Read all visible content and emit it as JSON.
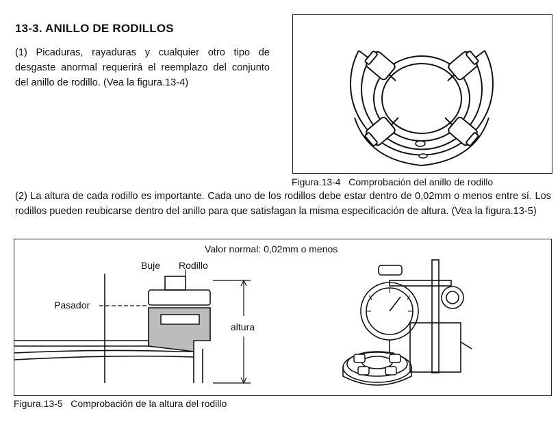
{
  "section": {
    "heading": "13-3. ANILLO DE RODILLOS"
  },
  "paragraphs": {
    "p1": "(1) Picaduras, rayaduras y cualquier otro tipo de desgaste anormal requerirá el reemplazo del conjunto del anillo de rodillo. (Vea la figura.13-4)",
    "p2": "(2) La altura de cada rodillo es importante. Cada uno de los rodillos debe estar dentro de 0,02mm o menos entre sí. Los rodillos pueden reubicarse dentro del anillo para que satisfagan la misma especificación de altura. (Vea la figura.13-5)"
  },
  "figure_13_4": {
    "caption": "Figura.13-4   Comprobación del anillo de rodillo"
  },
  "figure_13_5": {
    "caption": "Figura.13-5   Comprobación de la altura del rodillo",
    "spec": "Valor normal: 0,02mm o menos",
    "label_buje": "Buje",
    "label_rodillo": "Rodillo",
    "label_pasador": "Pasador",
    "label_altura": "altura"
  }
}
